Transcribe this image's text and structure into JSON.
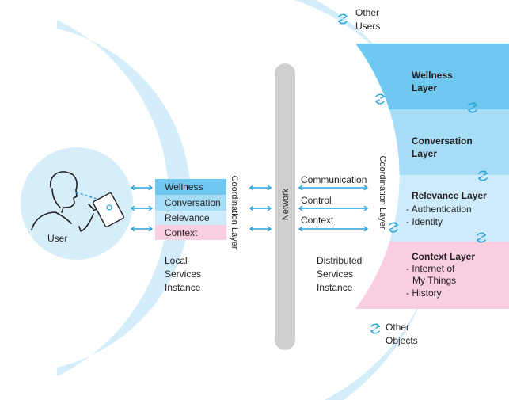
{
  "user": {
    "label": "User"
  },
  "local_stack": {
    "layers": [
      {
        "label": "Wellness",
        "color": "#6fc8ef"
      },
      {
        "label": "Conversation",
        "color": "#a6dcf5"
      },
      {
        "label": "Relevance",
        "color": "#cdebfa"
      },
      {
        "label": "Context",
        "color": "#f8cee0"
      }
    ],
    "coordination_label": "Coordination Layer",
    "instance_label": [
      "Local",
      "Services",
      "Instance"
    ]
  },
  "network": {
    "label": "Network"
  },
  "channels": [
    "Communication",
    "Control",
    "Context"
  ],
  "distributed": {
    "coordination_label": "Coordination Layer",
    "instance_label": [
      "Distributed",
      "Services",
      "Instance"
    ],
    "layers": [
      {
        "title": [
          "Wellness",
          "Layer"
        ],
        "items": [],
        "color": "#6fc8ef"
      },
      {
        "title": [
          "Conversation",
          "Layer"
        ],
        "items": [],
        "color": "#a6dcf5"
      },
      {
        "title": [
          "Relevance Layer"
        ],
        "items": [
          "- Authentication",
          "- Identity"
        ],
        "color": "#cdebfa"
      },
      {
        "title": [
          "Context Layer"
        ],
        "items": [
          "- Internet of",
          "My Things",
          "- History"
        ],
        "color": "#f8cee0"
      }
    ]
  },
  "other_users": [
    "Other",
    "Users"
  ],
  "other_objects": [
    "Other",
    "Objects"
  ],
  "colors": {
    "arc": "#d3edfb",
    "arrow": "#29a3dc",
    "network_bar": "#cfcfcf",
    "user_circle": "#d6eef9",
    "text": "#231f20"
  }
}
